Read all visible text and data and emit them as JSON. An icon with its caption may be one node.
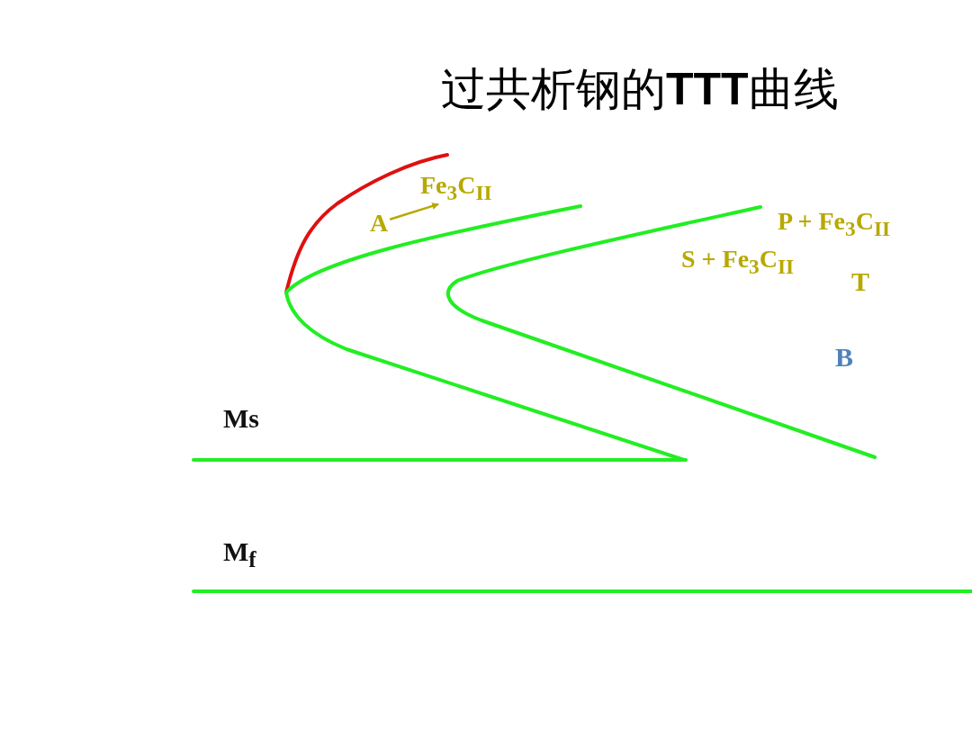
{
  "diagram": {
    "title": "过共析钢的**TTT**曲线",
    "nodes": [
      {
        "text": [
          "A"
        ]
      },
      {
        "text": [
          "Fe$_{3}$C$_{II}$"
        ]
      }
    ],
    "edges": [
      {
        "from": 0,
        "to": 1,
        "arrow": "to"
      }
    ],
    "labels": [
      "P + Fe$_{3}$C$_{II}$",
      "S + Fe$_{3}$C$_{II}$",
      "T",
      "B",
      "Ms",
      "M$_{f}$"
    ]
  }
}
